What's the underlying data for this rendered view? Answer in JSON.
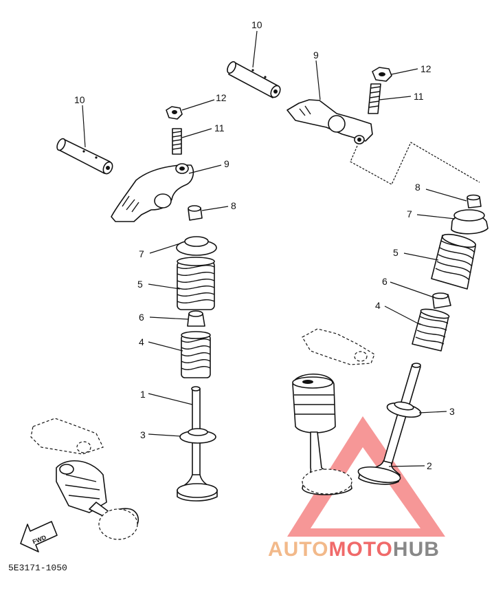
{
  "callouts": {
    "c1": "1",
    "c2": "2",
    "c3a": "3",
    "c3b": "3",
    "c4a": "4",
    "c4b": "4",
    "c5a": "5",
    "c5b": "5",
    "c6a": "6",
    "c6b": "6",
    "c7a": "7",
    "c7b": "7",
    "c8a": "8",
    "c8b": "8",
    "c9a": "9",
    "c9b": "9",
    "c10a": "10",
    "c10b": "10",
    "c11a": "11",
    "c11b": "11",
    "c12a": "12",
    "c12b": "12"
  },
  "fwd_label": "FWD",
  "diagram_code": "5E3171-1050",
  "watermark": {
    "part1": "AUTO",
    "part2": "MOTO",
    "part3": "HUB",
    "color_auto": "#f2b98a",
    "color_moto": "#f06a6a",
    "color_hub": "#888888"
  }
}
